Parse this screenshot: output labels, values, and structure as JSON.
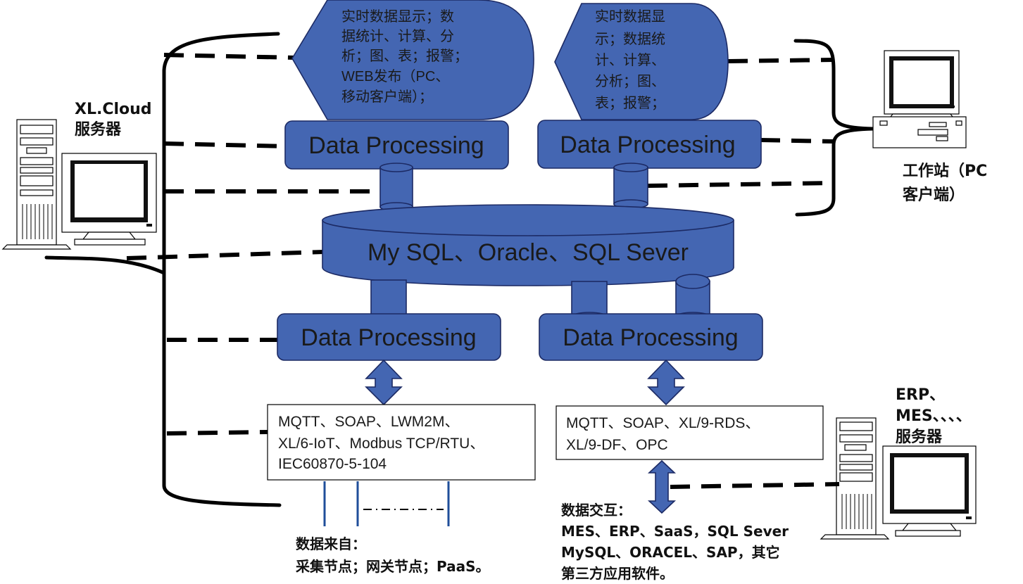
{
  "xlcloud_label": [
    "XL.Cloud",
    "服务器"
  ],
  "workstation_label": [
    "工作站（PC",
    "客户端）"
  ],
  "erp_label": [
    "ERP、",
    "MES、、、、",
    "服务器"
  ],
  "display_left": [
    "实时数据显示；数",
    "据统计、计算、分",
    "析；图、表；报警；",
    "WEB发布（PC、",
    "移动客户端）；"
  ],
  "display_right": [
    "实时数据显",
    "示；数据统",
    "计、计算、",
    "分析；图、",
    "表；报警；"
  ],
  "processing_label": "Data Processing",
  "database_label": "My SQL、Oracle、SQL Sever",
  "protocols_left": [
    "MQTT、SOAP、LWM2M、",
    "XL/6-IoT、Modbus TCP/RTU、",
    "IEC60870-5-104"
  ],
  "protocols_right": [
    "MQTT、SOAP、XL/9-RDS、",
    "XL/9-DF、OPC"
  ],
  "data_source": [
    "数据来自：",
    "采集节点；网关节点；PaaS。"
  ],
  "data_exchange": [
    "数据交互：",
    "MES、ERP、SaaS，SQL Sever",
    "MySQL、ORACEL、SAP，其它",
    "第三方应用软件。"
  ],
  "colors": {
    "accent_blue": "#4466b2",
    "outline_blue": "#1c2a64",
    "line_blue": "#1f4e9a"
  }
}
